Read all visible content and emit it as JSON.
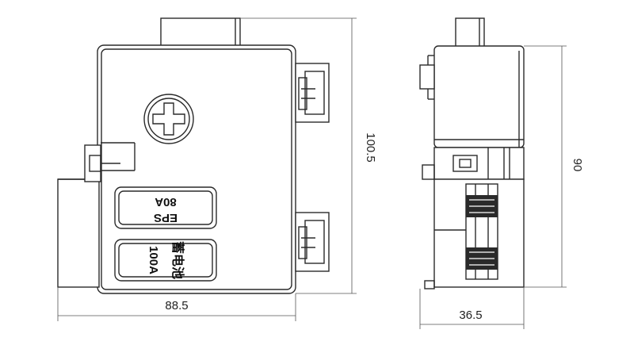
{
  "dimensions": {
    "front_width": "88.5",
    "front_height": "100.5",
    "side_width": "36.5",
    "side_height": "90"
  },
  "labels": {
    "upper_line1": "EPS",
    "upper_line2": "80A",
    "lower_line1": "蓄电池",
    "lower_line2": "100A"
  }
}
